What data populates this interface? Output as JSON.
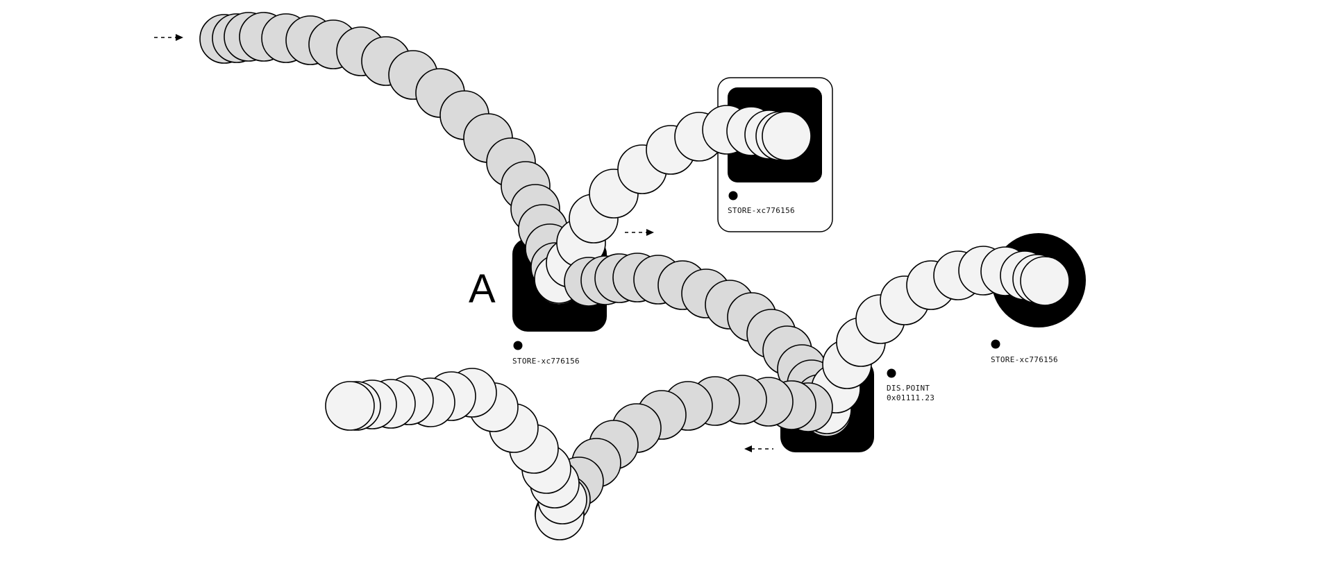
{
  "diagram": {
    "node_a": {
      "letter": "A",
      "label": "STORE-xc776156"
    },
    "node_store_card": {
      "label": "STORE-xc776156"
    },
    "node_store_ring": {
      "label": "STORE-xc776156"
    },
    "node_dispatch": {
      "label_line1": "DIS.POINT",
      "label_line2": "0x01111.23"
    }
  },
  "colors": {
    "ink": "#000000",
    "bead_light": "#f3f3f3",
    "bead_mid": "#dadada",
    "bead_dark": "#c6c6c6",
    "background": "#ffffff"
  },
  "icons": [
    "arrow-right-icon",
    "arrow-right-icon",
    "arrow-left-icon"
  ]
}
